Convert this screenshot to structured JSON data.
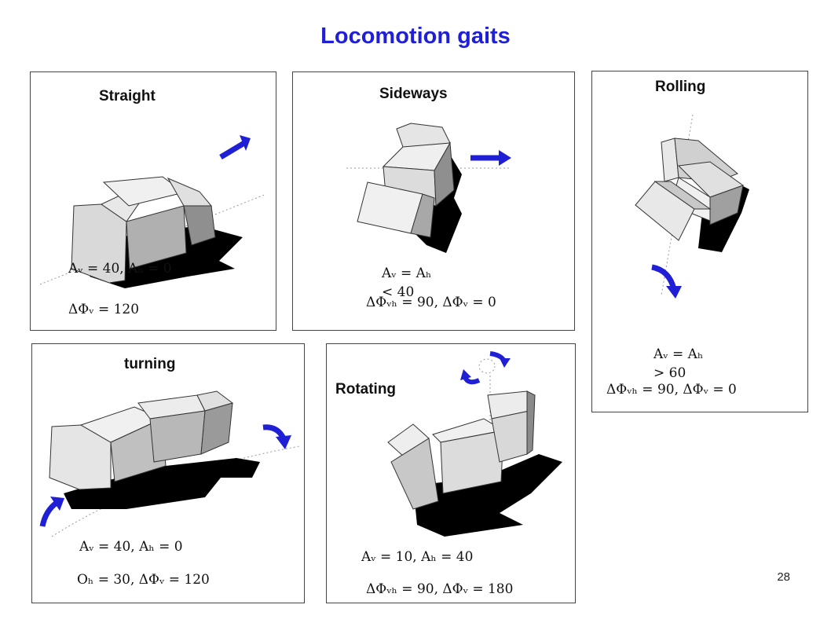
{
  "title": "Locomotion gaits",
  "page_number": "28",
  "accent_color": "#1f1fd6",
  "panels": {
    "straight": {
      "label": "Straight",
      "eq1": "Aᵥ = 40, Aₕ = 0",
      "eq2": "ΔΦᵥ = 120"
    },
    "sideways": {
      "label": "Sideways",
      "eq1a": "Aᵥ = Aₕ",
      "eq1b": "< 40",
      "eq2": "ΔΦᵥₕ = 90, ΔΦᵥ = 0"
    },
    "rolling": {
      "label": "Rolling",
      "eq1a": "Aᵥ = Aₕ",
      "eq1b": "> 60",
      "eq2": "ΔΦᵥₕ = 90, ΔΦᵥ = 0"
    },
    "turning": {
      "label": "turning",
      "eq1": "Aᵥ = 40, Aₕ = 0",
      "eq2": "Oₕ = 30, ΔΦᵥ = 120"
    },
    "rotating": {
      "label": "Rotating",
      "eq1": "Aᵥ = 10, Aₕ = 40",
      "eq2": "ΔΦᵥₕ = 90, ΔΦᵥ = 180"
    }
  }
}
